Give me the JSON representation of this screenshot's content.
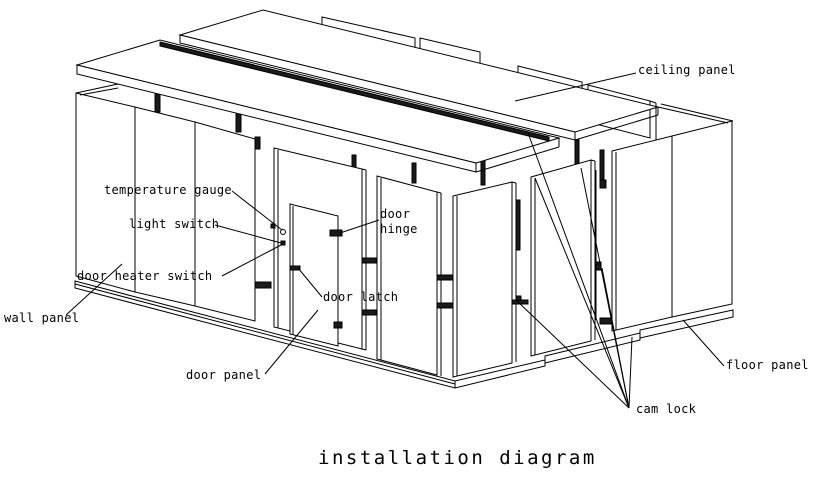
{
  "labels": {
    "ceiling_panel": "ceiling panel",
    "temperature_gauge": "temperature gauge",
    "light_switch": "light switch",
    "door_heater_switch": "door heater switch",
    "wall_panel": "wall panel",
    "door_panel": "door panel",
    "door_hinge_line1": "door",
    "door_hinge_line2": "hinge",
    "door_latch": "door latch",
    "floor_panel": "floor panel",
    "cam_lock": "cam lock"
  },
  "caption": "installation diagram"
}
